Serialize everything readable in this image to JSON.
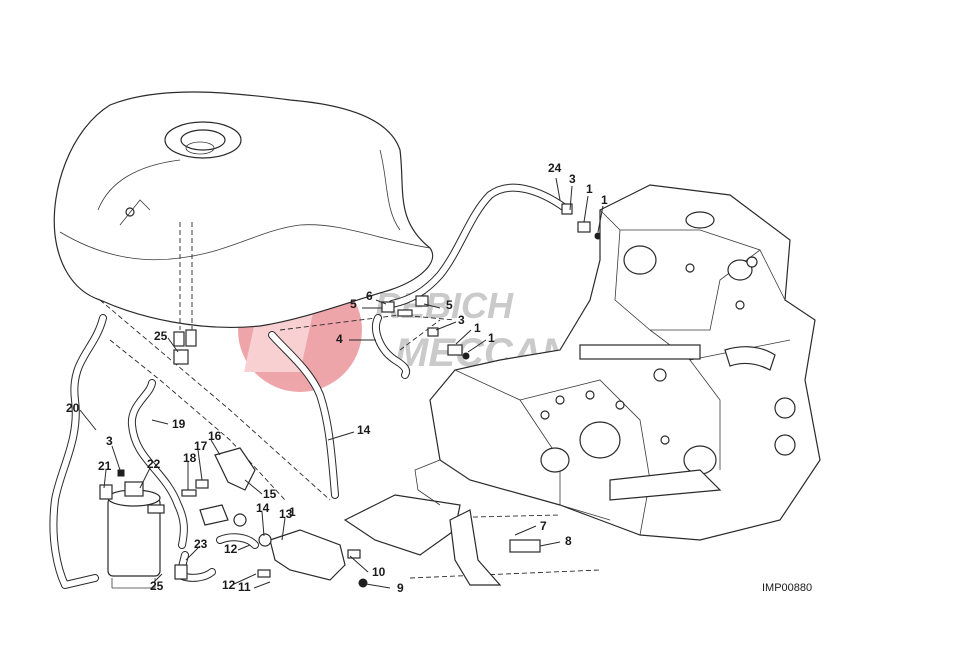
{
  "diagram": {
    "drawing_code": "IMP00880",
    "watermark": {
      "line1": "REBICH",
      "line2": "MECCANICA"
    },
    "callouts": [
      "24",
      "3",
      "1",
      "1",
      "6",
      "5",
      "5",
      "4",
      "3",
      "1",
      "1",
      "25",
      "20",
      "19",
      "3",
      "16",
      "17",
      "18",
      "21",
      "22",
      "15",
      "14",
      "13",
      "1",
      "12",
      "23",
      "25",
      "12",
      "11",
      "10",
      "9",
      "14",
      "7",
      "8"
    ],
    "colors": {
      "line": "#2a2a2a",
      "watermark_logo": "#e8888d",
      "watermark_text": "#b9b9b9",
      "background": "#ffffff"
    }
  }
}
